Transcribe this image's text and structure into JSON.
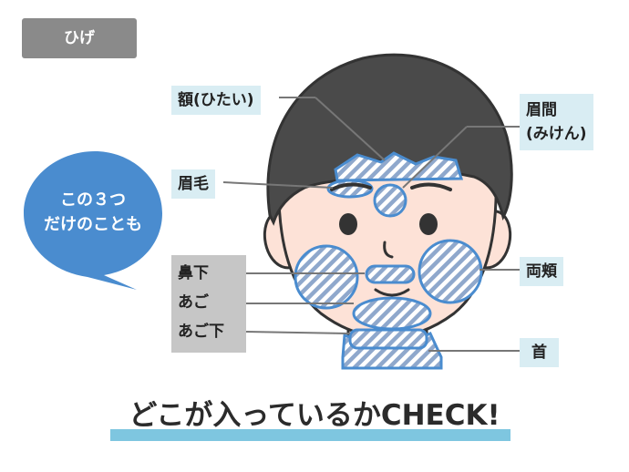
{
  "tag": "ひげ",
  "bubble": {
    "line1": "この３つ",
    "line2": "だけのことも"
  },
  "labels": {
    "forehead": "額(ひたい)",
    "eyebrows": "眉毛",
    "glabella_line1": "眉間",
    "glabella_line2": "(みけん)",
    "cheeks": "両頬",
    "neck": "首"
  },
  "gray_labels": {
    "under_nose": "鼻下",
    "chin": "あご",
    "under_chin": "あご下"
  },
  "footer": "どこが入っているかCHECK!",
  "colors": {
    "accent_blue": "#4a8ccf",
    "label_bg": "#d9edf3",
    "hair": "#4a4a4a",
    "skin": "#fde2d7",
    "tag_gray": "#8a8a8a",
    "underline": "#7ec6e0"
  }
}
